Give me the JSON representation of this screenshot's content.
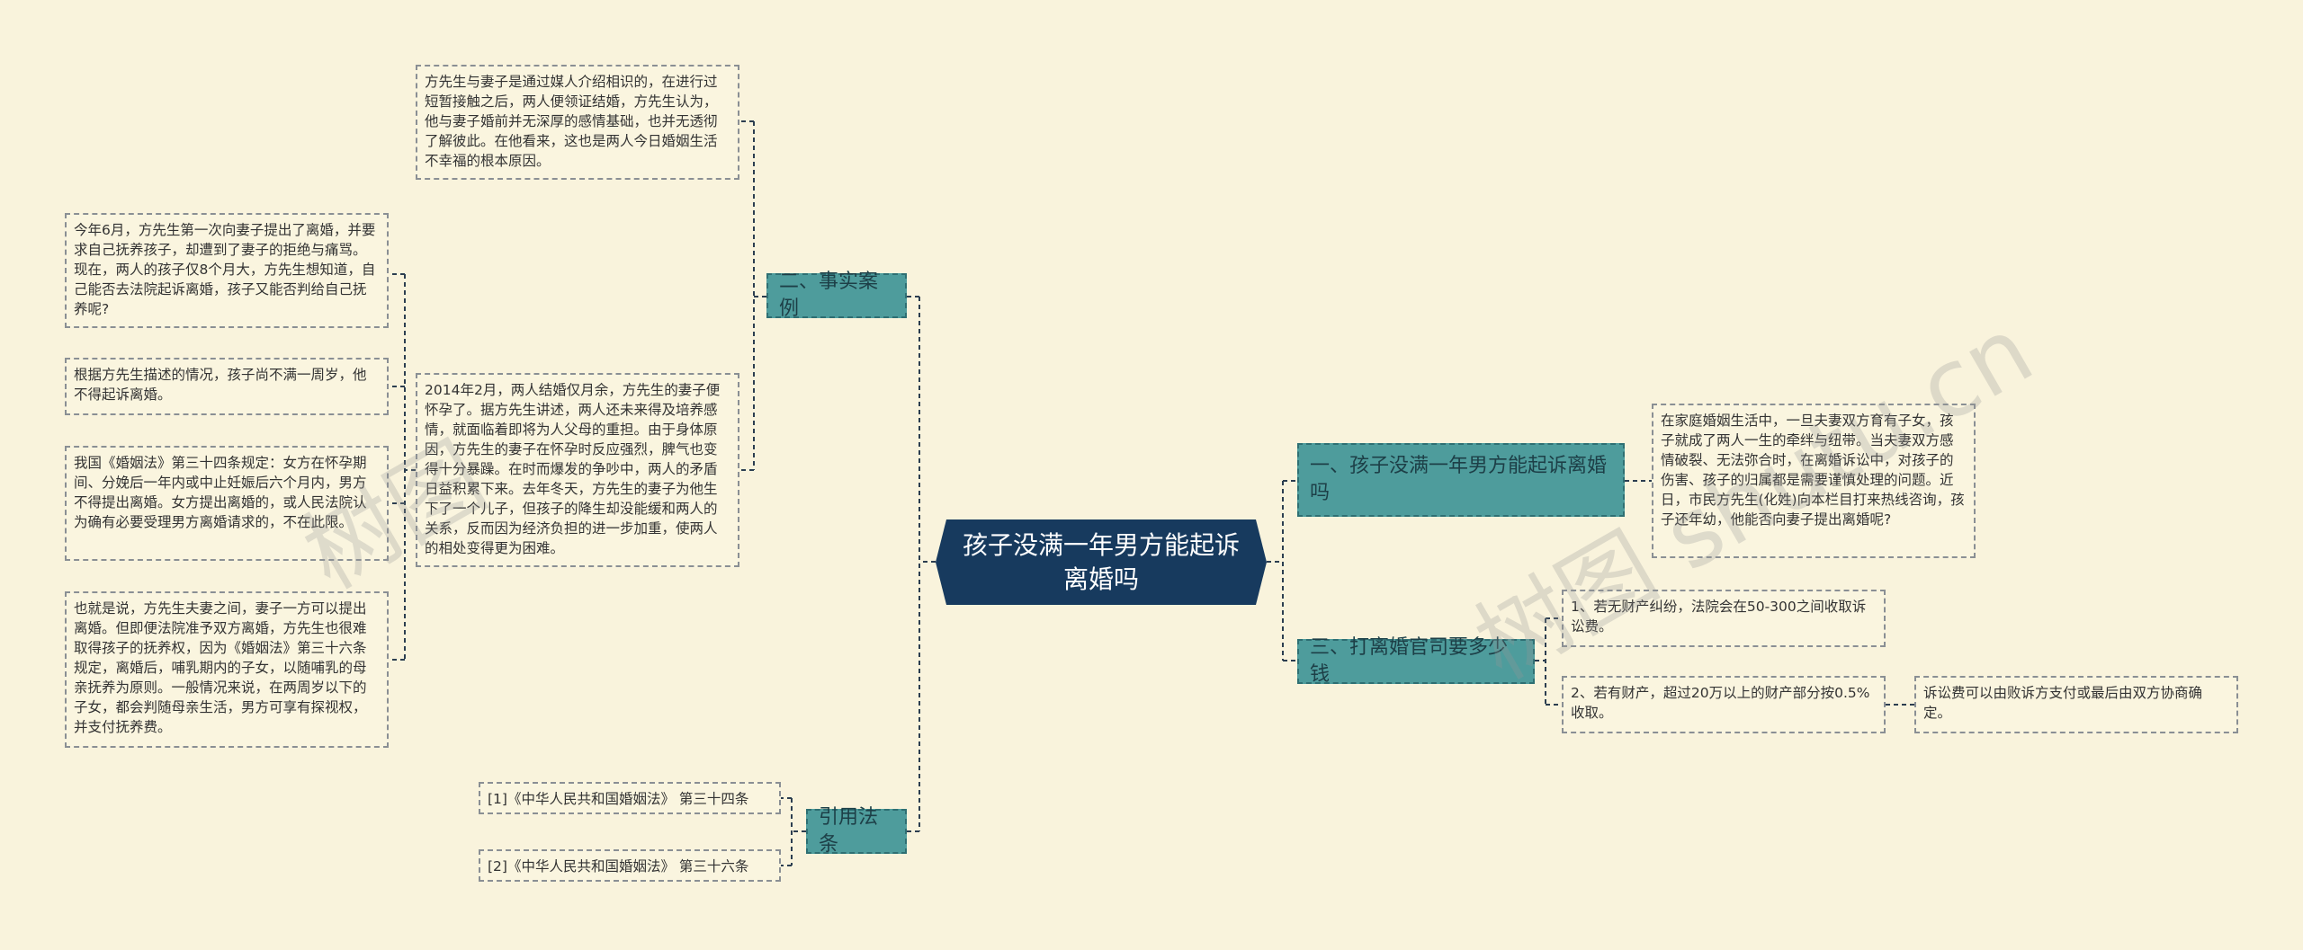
{
  "root": {
    "title": "孩子没满一年男方能起诉离婚吗"
  },
  "branches": {
    "b1": "一、孩子没满一年男方能起诉离婚吗",
    "b2": "二、事实案例",
    "b3": "三、打离婚官司要多少钱",
    "b4": "引用法条"
  },
  "leaves": {
    "b1_1": "在家庭婚姻生活中，一旦夫妻双方育有子女，孩子就成了两人一生的牵绊与纽带。当夫妻双方感情破裂、无法弥合时，在离婚诉讼中，对孩子的伤害、孩子的归属都是需要谨慎处理的问题。近日，市民方先生(化姓)向本栏目打来热线咨询，孩子还年幼，他能否向妻子提出离婚呢?",
    "b2_1": "方先生与妻子是通过媒人介绍相识的，在进行过短暂接触之后，两人便领证结婚，方先生认为，他与妻子婚前并无深厚的感情基础，也并无透彻了解彼此。在他看来，这也是两人今日婚姻生活不幸福的根本原因。",
    "b2_2": "2014年2月，两人结婚仅月余，方先生的妻子便怀孕了。据方先生讲述，两人还未来得及培养感情，就面临着即将为人父母的重担。由于身体原因，方先生的妻子在怀孕时反应强烈，脾气也变得十分暴躁。在时而爆发的争吵中，两人的矛盾日益积累下来。去年冬天，方先生的妻子为他生下了一个儿子，但孩子的降生却没能缓和两人的关系，反而因为经济负担的进一步加重，使两人的相处变得更为困难。",
    "b2_2_1": "今年6月，方先生第一次向妻子提出了离婚，并要求自己抚养孩子，却遭到了妻子的拒绝与痛骂。现在，两人的孩子仅8个月大，方先生想知道，自己能否去法院起诉离婚，孩子又能否判给自己抚养呢?",
    "b2_2_2": "根据方先生描述的情况，孩子尚不满一周岁，他不得起诉离婚。",
    "b2_2_3": "我国《婚姻法》第三十四条规定：女方在怀孕期间、分娩后一年内或中止妊娠后六个月内，男方不得提出离婚。女方提出离婚的，或人民法院认为确有必要受理男方离婚请求的，不在此限。",
    "b2_2_4": "也就是说，方先生夫妻之间，妻子一方可以提出离婚。但即便法院准予双方离婚，方先生也很难取得孩子的抚养权，因为《婚姻法》第三十六条规定，离婚后，哺乳期内的子女，以随哺乳的母亲抚养为原则。一般情况来说，在两周岁以下的子女，都会判随母亲生活，男方可享有探视权，并支付抚养费。",
    "b3_1": "1、若无财产纠纷，法院会在50-300之间收取诉讼费。",
    "b3_2": "2、若有财产，超过20万以上的财产部分按0.5%收取。",
    "b3_2_1": "诉讼费可以由败诉方支付或最后由双方协商确定。",
    "b4_1": "[1]《中华人民共和国婚姻法》 第三十四条",
    "b4_2": "[2]《中华人民共和国婚姻法》 第三十六条"
  },
  "watermark": [
    "树图",
    "树图 shutu.cn"
  ],
  "colors": {
    "background": "#f9f3dc",
    "root_fill": "#173a5e",
    "branch_fill": "#4e9c9c",
    "leaf_fill": "#faf5df",
    "connector": "#2c3e50"
  }
}
